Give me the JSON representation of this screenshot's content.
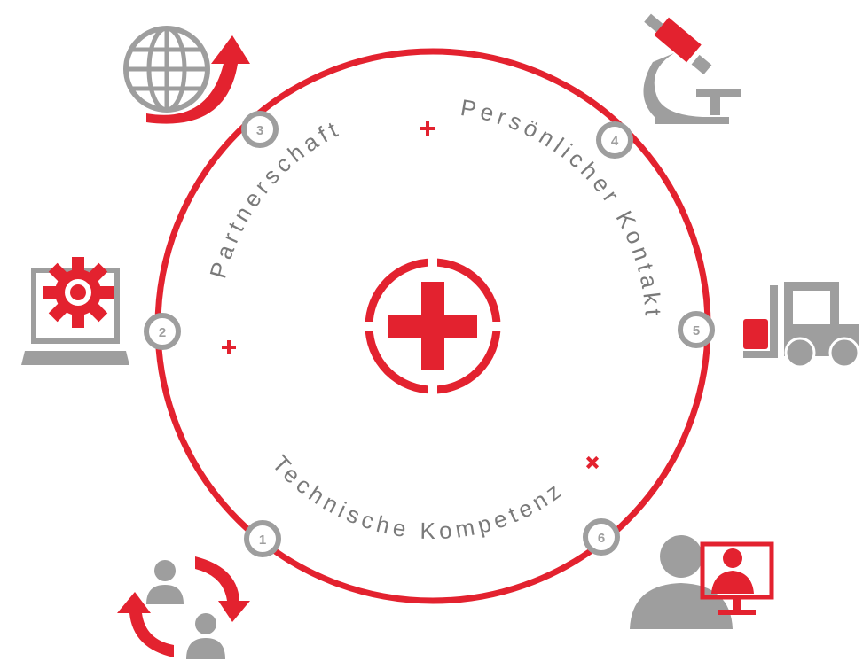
{
  "colors": {
    "accent": "#e3222f",
    "gray": "#9e9e9e",
    "text_gray": "#7a7a7a",
    "background": "#ffffff"
  },
  "ring_texts": {
    "partnerschaft": "Partnerschaft",
    "kontakt": "Persönlicher Kontakt",
    "kompetenz": "Technische Kompetenz",
    "plus": "+"
  },
  "nodes": [
    {
      "number": "1",
      "icon": "customer-exchange-icon"
    },
    {
      "number": "2",
      "icon": "laptop-gear-icon"
    },
    {
      "number": "3",
      "icon": "globe-arrow-icon"
    },
    {
      "number": "4",
      "icon": "microscope-icon"
    },
    {
      "number": "5",
      "icon": "forklift-icon"
    },
    {
      "number": "6",
      "icon": "video-conference-icon"
    }
  ],
  "center_icon": "cross-target-icon"
}
